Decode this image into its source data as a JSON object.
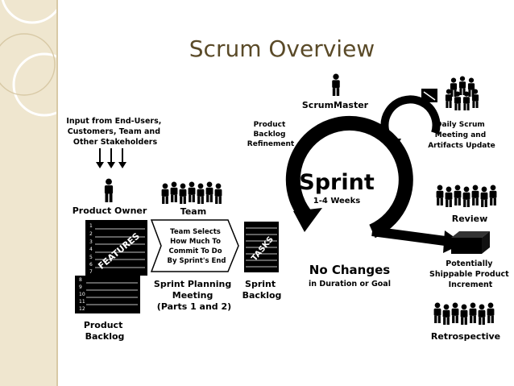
{
  "slide": {
    "title": "Scrum Overview",
    "colors": {
      "background": "#ffffff",
      "sidebar": "#efe6cf",
      "title": "#5a4a28",
      "ink": "#000000"
    }
  },
  "diagram": {
    "input_text": [
      "Input from End-Users,",
      "Customers, Team and",
      "Other Stakeholders"
    ],
    "product_owner": "Product Owner",
    "team": "Team",
    "features_label": "FEATURES",
    "backlog_numbers": [
      "1",
      "2",
      "3",
      "4",
      "5",
      "6",
      "7",
      "8",
      "9",
      "10",
      "11",
      "12"
    ],
    "product_backlog": [
      "Product",
      "Backlog"
    ],
    "team_selects": [
      "Team Selects",
      "How Much To",
      "Commit To Do",
      "By Sprint's End"
    ],
    "sprint_planning": [
      "Sprint Planning",
      "Meeting",
      "(Parts 1 and 2)"
    ],
    "tasks_label": "TASKS",
    "sprint_backlog": [
      "Sprint",
      "Backlog"
    ],
    "product_backlog_refinement": [
      "Product",
      "Backlog",
      "Refinement"
    ],
    "scrum_master": "ScrumMaster",
    "daily_scrum": [
      "Daily Scrum",
      "Meeting and",
      "Artifacts Update"
    ],
    "sprint": "Sprint",
    "sprint_duration": "1-4 Weeks",
    "no_changes": "No Changes",
    "no_changes_sub": "in Duration or Goal",
    "review": "Review",
    "increment": [
      "Potentially",
      "Shippable Product",
      "Increment"
    ],
    "retrospective": "Retrospective",
    "icons": [
      "person-icon",
      "people-group-icon",
      "monitor-icon",
      "shippable-box-icon",
      "arrow-icon"
    ]
  }
}
